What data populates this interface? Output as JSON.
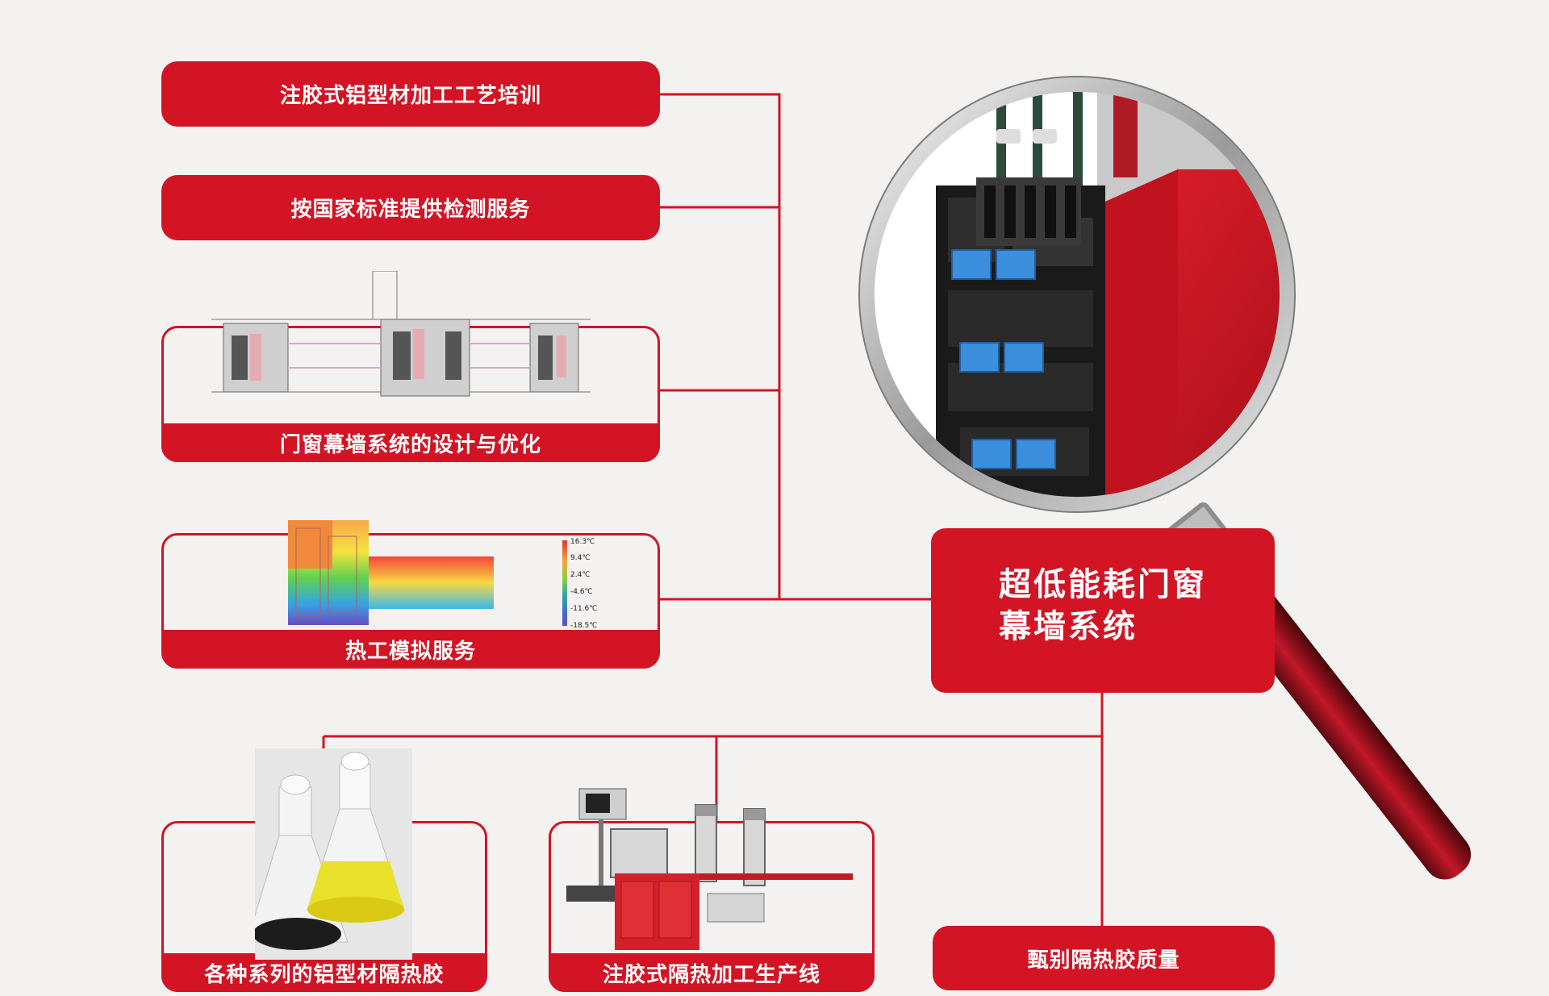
{
  "boxes": {
    "training": "注胶式铝型材加工工艺培训",
    "testing": "按国家标准提供检测服务",
    "design": "门窗幕墙系统的设计与优化",
    "thermal": "热工模拟服务",
    "adhesive": "各种系列的铝型材隔热胶",
    "production": "注胶式隔热加工生产线",
    "quality": "甄别隔热胶质量"
  },
  "center": {
    "line1": "超低能耗门窗",
    "line2": "幕墙系统"
  },
  "thermal_legend": [
    "16.3℃",
    "9.4℃",
    "2.4℃",
    "-4.6℃",
    "-11.6℃",
    "-18.5℃"
  ],
  "colors": {
    "brand_red": "#d21425",
    "line_red": "#d21425",
    "background": "#f3f2f1",
    "insulation_blue": "#3b8fdc"
  }
}
